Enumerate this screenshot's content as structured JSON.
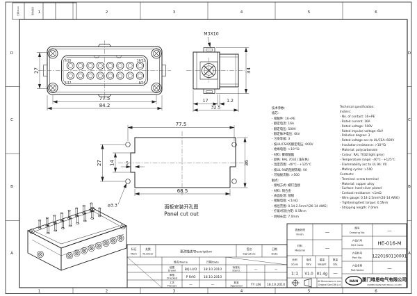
{
  "frame": {
    "zone_cols": [
      "1",
      "2",
      "3",
      "4",
      "5",
      "6"
    ],
    "zone_rows": [
      "D",
      "C",
      "B",
      "A"
    ],
    "rev_strip": [
      "日期/Date",
      "更改描述"
    ]
  },
  "views": {
    "front": {
      "pins": {
        "tl": "9/25",
        "tr": "16/32",
        "bl": "1/17",
        "br": "8/24"
      },
      "dims": {
        "h": "27",
        "w1": "77.5",
        "w2": "84.2"
      }
    },
    "side": {
      "thread": "M3X10",
      "dims": {
        "h": "34",
        "d1": "17",
        "d2": "1.2",
        "d3": "32.5"
      }
    },
    "cutout": {
      "caption_zh": "面板安装开孔图",
      "caption_en": "Panel cut out",
      "dims": {
        "pw": "77.5",
        "ph": "27",
        "nh": "14",
        "nd": "5",
        "h": "36",
        "w": "68.5",
        "hole": "ø3.3"
      }
    }
  },
  "spec_zh": [
    "技术参数:",
    "插芯:",
    "- 接触件: 16+PE",
    "- 额定电流: 16A",
    "- 额定电压: 500V",
    "- 额定脉冲电压: 6kV",
    "- 污染等级: 3",
    "- 按UL/CSA的额定电压: 600V",
    "- 绝缘电阻: >10¹⁰Ω",
    "- 材料: 聚碳酸酯",
    "- 颜色: RAL 7032 (浅灰色)",
    "- 温度范围: -40℃ - +125℃",
    "- 按UL 94的阻燃等级: V0",
    "- 可插拔次数: >500",
    "触点:",
    "- 接线方式: 螺钉连接",
    "- 材料: 铜合金",
    "- 表面处理: 镀银",
    "- 接触电阻: <1mΩ",
    "- 线径范围: 0.14-2.5mm²(26-14 AWG)",
    "- 拧紧/校验力矩: 0.5N·m",
    "- 剥线长度: 7.0mm"
  ],
  "spec_en": [
    "Technical specification:",
    "Insters:",
    "- No. of contact: 16+PE",
    "- Rated current: 16A",
    "- Rated voltage: 500V",
    "- Rated impulse voltage: 6kV",
    "- Pollution degree: 3",
    "- Rated voltage acc.to UL/CSA: 600V",
    "- Insulation resistance: >10¹⁰Ω",
    "- Material: polycarbonate",
    "- Colour: RAL 7032(light grey)",
    "- Temperature range: -40℃ - +125℃",
    "- Flammability acc.to UL 94: V0",
    "- Mating cycles: >500",
    "Contacts:",
    "- Terminal: screw terminal",
    "- Material: copper alloy",
    "- Surface: hard-silver plated",
    "- Contact resistance: <1mΩ",
    "- Wire gauge: 0.14-2.5mm²(26-14 AWG)",
    "- Tightening/test torque: 0.5N·m",
    "- Stripping length: 7.0mm"
  ],
  "tb": {
    "mark": [
      "标记",
      "Mark"
    ],
    "number": [
      "处数",
      "Number"
    ],
    "description": "更改描述/Description",
    "signature": [
      "签名",
      "Signature"
    ],
    "date": [
      "日期",
      "Date"
    ],
    "name_hdr": "姓名/Name",
    "date_hdr": "日期/Date",
    "drawn": [
      "绘图",
      "Drawn"
    ],
    "drawn_name": "BQ LUO",
    "drawn_date": "18.10.2010",
    "checked": [
      "审核",
      "Checked"
    ],
    "checked_name": "P RAO",
    "checked_date": "18.10.2010",
    "process": [
      "工艺",
      "Process"
    ],
    "process_name": "—",
    "process_date": "—",
    "stand": [
      "标准化",
      "Stand."
    ],
    "stand_name": "—",
    "stand_date": "—",
    "approved": [
      "批准",
      "Approved"
    ],
    "approved_name": "YY LIN",
    "approved_date": "18.10.2010",
    "finish": [
      "表面处理",
      "Finish"
    ],
    "finish_val": "—",
    "material": [
      "材料",
      "Material"
    ],
    "material_val": "—",
    "scale": [
      "比例",
      "Scale"
    ],
    "scale_val": "1:1",
    "rev": [
      "版本",
      "REV."
    ],
    "rev_val": "V1.0",
    "weight": [
      "重量",
      "Weight"
    ],
    "weight_val": "81.4g",
    "qty": [
      "数量",
      "Qty."
    ],
    "qty_val": "—",
    "note1": "All Dimensions in mm",
    "note2": "Original Size DIN A 4",
    "drawing_no": [
      "图号",
      "Drawing No."
    ],
    "drawing_no_val": "—",
    "part_code": [
      "产品代号",
      "Part Code"
    ],
    "part_code_val": "HE-016-M",
    "part_no": [
      "产品料号",
      "Part No."
    ],
    "part_no_val": "1220160110001",
    "part_name": [
      "产品名称",
      "Part Name"
    ],
    "part_name_val": "—",
    "logo": "WAIN",
    "company_zh": "厦门唯恩电气有限公司",
    "company_en": "XIAMEN WAIN ELECTRICAL CO.LTD"
  }
}
